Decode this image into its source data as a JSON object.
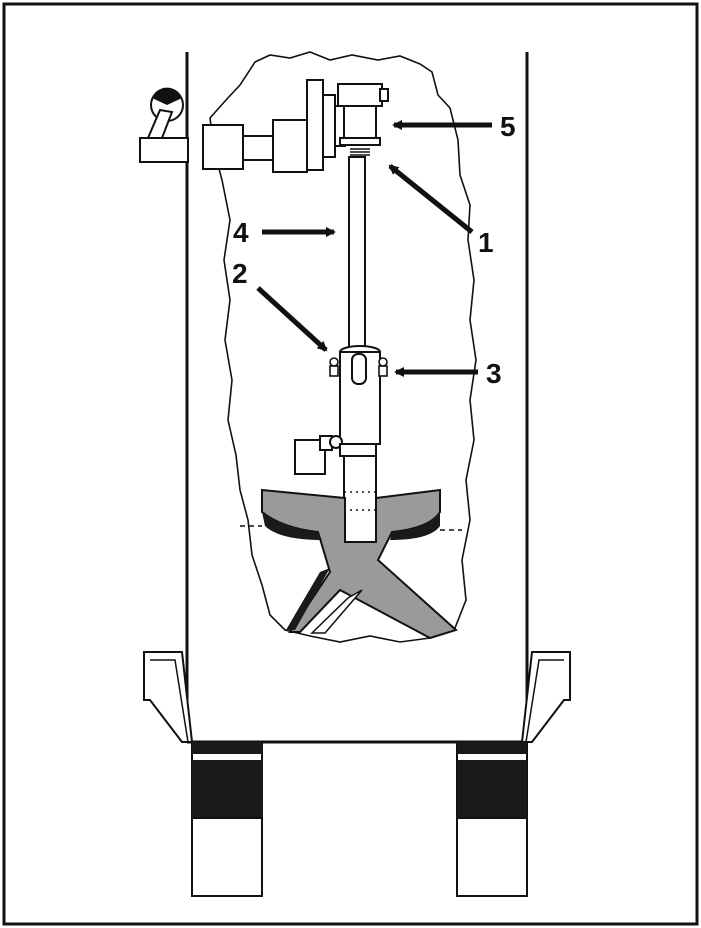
{
  "diagram": {
    "callouts": [
      {
        "id": "1",
        "label": "1"
      },
      {
        "id": "2",
        "label": "2"
      },
      {
        "id": "3",
        "label": "3"
      },
      {
        "id": "4",
        "label": "4"
      },
      {
        "id": "5",
        "label": "5"
      }
    ]
  },
  "colors": {
    "ink": "#111111",
    "paper": "#ffffff",
    "cutaway_gray": "#9a9a9a",
    "dark_fill": "#1a1a1a"
  }
}
